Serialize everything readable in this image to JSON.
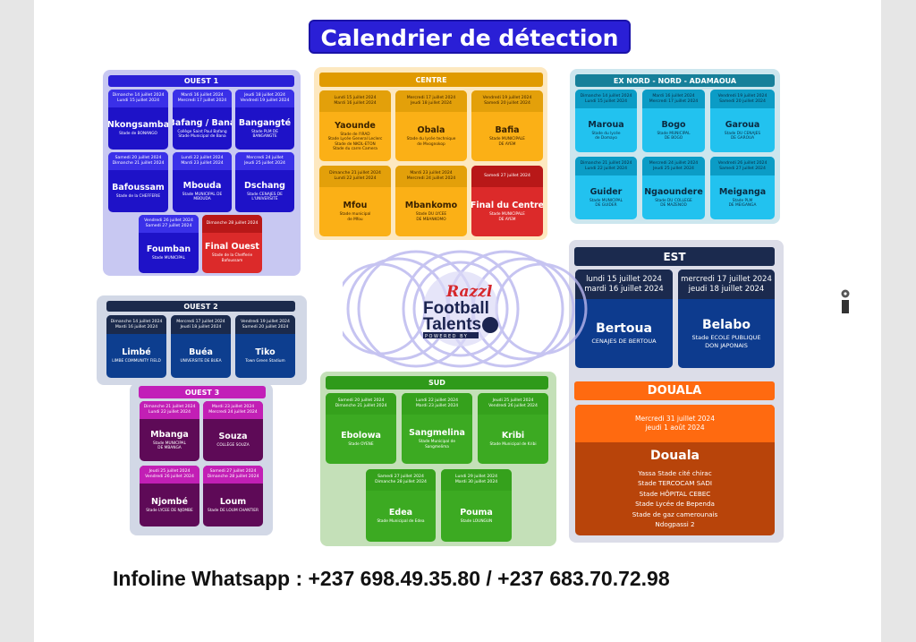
{
  "title": "Calendrier de détection",
  "infoline": "Infoline Whatsapp : +237 698.49.35.80 / +237 683.70.72.98",
  "logo": {
    "brand": "Razzl",
    "line1": "Football",
    "line2": "Talents",
    "tagline": "POWERED BY"
  },
  "regions": [
    {
      "id": "ouest1",
      "name": "OUEST 1",
      "colors": {
        "bg": "#c8c8f2",
        "header": "#2a1fd6",
        "top": "#3a30e8",
        "body": "#1e12c8",
        "text": "#fff"
      },
      "cards": [
        {
          "dates": [
            "Dimanche 14 juillet 2024",
            "Lundi 15 juillet 2024"
          ],
          "city": "Nkongsamba",
          "venue": [
            "Stade de BONANGO"
          ]
        },
        {
          "dates": [
            "Mardi 16 juillet 2024",
            "Mercredi 17 juillet 2024"
          ],
          "city": "Bafang / Bana",
          "venue": [
            "Collège Saint Paul Bafang",
            "Stade Municipal de Bana"
          ]
        },
        {
          "dates": [
            "Jeudi 18 juillet 2024",
            "Vendredi 19 juillet 2024"
          ],
          "city": "Bangangté",
          "venue": [
            "Stade PLM DE",
            "BANGANGTE"
          ]
        },
        {
          "dates": [
            "Samedi 20 juillet 2024",
            "Dimanche 21 juillet 2024"
          ],
          "city": "Bafoussam",
          "venue": [
            "Stade de la CHEFFERIE"
          ]
        },
        {
          "dates": [
            "Lundi 22 juillet 2024",
            "Mardi 23 juillet 2024"
          ],
          "city": "Mbouda",
          "venue": [
            "Stade MUNICIPAL DE",
            "MBOUDA"
          ]
        },
        {
          "dates": [
            "Mercredi 24 juillet",
            "Jeudi 25 juillet 2024"
          ],
          "city": "Dschang",
          "venue": [
            "Stade CENAJES DE",
            "L'UNIVERSITÉ"
          ]
        },
        {
          "dates": [
            "Vendredi 26 juillet 2024",
            "Samedi 27 juillet 2024"
          ],
          "city": "Foumban",
          "venue": [
            "Stade MUNICIPAL"
          ]
        },
        {
          "dates": [
            "Dimanche 28 juillet 2024"
          ],
          "city": "Final Ouest",
          "venue": [
            "Stade de la Chefferie",
            "Bafoussam"
          ],
          "final": true
        }
      ]
    },
    {
      "id": "centre",
      "name": "CENTRE",
      "colors": {
        "bg": "#fde8c0",
        "header": "#e09a00",
        "top": "#e3a00a",
        "body": "#fbb016",
        "text": "#3a2200"
      },
      "cards": [
        {
          "dates": [
            "Lundi 15 juillet 2024",
            "Mardi 16 juillet 2024"
          ],
          "city": "Yaounde",
          "venue": [
            "Stade de l'IRAD",
            "Stade Lycée General Leclerc",
            "Stade de NKOL-ETON",
            "Stade du carre Camera"
          ]
        },
        {
          "dates": [
            "Mercredi 17 juillet 2024",
            "Jeudi 18 juillet 2024"
          ],
          "city": "Obala",
          "venue": [
            "Stade du lycée technique",
            "de Mvognokop"
          ]
        },
        {
          "dates": [
            "Vendredi 19 juillet 2024",
            "Samedi 20 juillet 2024"
          ],
          "city": "Bafia",
          "venue": [
            "Stade MUNICIPALE",
            "DE AYEM"
          ]
        },
        {
          "dates": [
            "Dimanche 21 juillet 2024",
            "Lundi 22 juillet 2024"
          ],
          "city": "Mfou",
          "venue": [
            "Stade municipal",
            "de Mfou"
          ]
        },
        {
          "dates": [
            "Mardi 23 juillet 2024",
            "Mercredi 24 juillet 2024"
          ],
          "city": "Mbankomo",
          "venue": [
            "Stade DU LYCEE",
            "DE MBANKOMO"
          ]
        },
        {
          "dates": [
            "Samedi 27 juillet 2024"
          ],
          "city": "Final du Centre",
          "venue": [
            "Stade MUNICIPALE",
            "DE AYEM"
          ],
          "final": true
        }
      ]
    },
    {
      "id": "nord",
      "name": "EX NORD - NORD - ADAMAOUA",
      "colors": {
        "bg": "#cce6ee",
        "header": "#17809a",
        "top": "#0b9cc6",
        "body": "#22c2ef",
        "text": "#0b2a40"
      },
      "cards": [
        {
          "dates": [
            "Dimanche 14 juillet 2024",
            "Lundi 15 juillet 2024"
          ],
          "city": "Maroua",
          "venue": [
            "Stade du lycée",
            "de Domayo"
          ]
        },
        {
          "dates": [
            "Mardi 16 juillet 2024",
            "Mercredi 17 juillet 2024"
          ],
          "city": "Bogo",
          "venue": [
            "Stade MUNICIPAL",
            "DE BOGO"
          ]
        },
        {
          "dates": [
            "Vendredi 19 juillet 2024",
            "Samedi 20 juillet 2024"
          ],
          "city": "Garoua",
          "venue": [
            "Stade DU CENAJES",
            "DE GAROUA"
          ]
        },
        {
          "dates": [
            "Dimanche 21 juillet 2024",
            "Lundi 22 juillet 2024"
          ],
          "city": "Guider",
          "venue": [
            "Stade MUNICIPAL",
            "DE GUIDER"
          ]
        },
        {
          "dates": [
            "Mercredi 24 juillet 2024",
            "Jeudi 25 juillet 2024"
          ],
          "city": "Ngaoundere",
          "venue": [
            "Stade DU COLLEGE",
            "DE MAZENOD"
          ]
        },
        {
          "dates": [
            "Vendredi 26 juillet 2024",
            "Samedi 27 juillet 2024"
          ],
          "city": "Meiganga",
          "venue": [
            "Stade PLM",
            "DE MEIGANGA"
          ]
        }
      ]
    },
    {
      "id": "ouest2",
      "name": "OUEST 2",
      "colors": {
        "bg": "#d2d8e6",
        "header": "#1b2a4c",
        "top": "#1b2a4c",
        "body": "#0d3e8f",
        "text": "#fff"
      },
      "cards": [
        {
          "dates": [
            "Dimanche 14 juillet 2024",
            "Mardi 16 juillet 2024"
          ],
          "city": "Limbé",
          "venue": [
            "LIMBE COMMUNITY FIELD"
          ]
        },
        {
          "dates": [
            "Mercredi 17 juillet 2024",
            "Jeudi 18 juillet 2024"
          ],
          "city": "Buéa",
          "venue": [
            "UNIVERSITE DE BUEA"
          ]
        },
        {
          "dates": [
            "Vendredi 19 juillet 2024",
            "Samedi 20 juillet 2024"
          ],
          "city": "Tiko",
          "venue": [
            "Town Green Stadium"
          ]
        }
      ]
    },
    {
      "id": "ouest3",
      "name": "OUEST 3",
      "colors": {
        "bg": "transparent",
        "header": "#c21fb8",
        "top": "#c21fb5",
        "body": "#5e0a57",
        "text": "#fff"
      },
      "cards": [
        {
          "dates": [
            "Dimanche 21 juillet 2024",
            "Lundi 22 juillet 2024"
          ],
          "city": "Mbanga",
          "venue": [
            "Stade MUNICIPAL",
            "DE MBANGA"
          ]
        },
        {
          "dates": [
            "Mardi 23 juillet 2024",
            "Mercredi 24 juillet 2024"
          ],
          "city": "Souza",
          "venue": [
            "COLLÈGE SOUZA"
          ]
        },
        {
          "dates": [
            "Jeudi 25 juillet 2024",
            "Vendredi 26 juillet 2024"
          ],
          "city": "Njombé",
          "venue": [
            "Stade LYCEE DE NJOMBE"
          ]
        },
        {
          "dates": [
            "Samedi 27 juillet 2024",
            "Dimanche 28 juillet 2024"
          ],
          "city": "Loum",
          "venue": [
            "Stade DE LOUM CHANTIER"
          ]
        }
      ]
    },
    {
      "id": "sud",
      "name": "SUD",
      "colors": {
        "bg": "#c4e0b8",
        "header": "#2f9a1a",
        "top": "#35a11c",
        "body": "#3caa22",
        "text": "#fff"
      },
      "cards": [
        {
          "dates": [
            "Samedi 20 juillet 2024",
            "Dimanche 21 juillet 2024"
          ],
          "city": "Ebolowa",
          "venue": [
            "Stade OYENE"
          ]
        },
        {
          "dates": [
            "Lundi 22 juillet 2024",
            "Mardi 23 juillet 2024"
          ],
          "city": "Sangmelina",
          "venue": [
            "Stade Municipal de",
            "Sangmelima"
          ]
        },
        {
          "dates": [
            "Jeudi 25 juillet 2024",
            "Vendredi 26 juillet 2024"
          ],
          "city": "Kribi",
          "venue": [
            "Stade Municipal de Kribi"
          ]
        },
        {
          "dates": [
            "Samedi 27 juillet 2024",
            "Dimanche 28 juillet 2024"
          ],
          "city": "Edea",
          "venue": [
            "Stade Municipal de Edea"
          ]
        },
        {
          "dates": [
            "Lundi 29 juillet 2024",
            "Mardi 30 juillet 2024"
          ],
          "city": "Pouma",
          "venue": [
            "Stade LOUNGUN"
          ]
        }
      ]
    },
    {
      "id": "est",
      "name": "EST",
      "colors": {
        "bg": "#dcdde8",
        "header": "#1b2a4e",
        "top": "#1b2a4e",
        "body": "#0d3b8e",
        "text": "#fff"
      },
      "cards": [
        {
          "dates": [
            "lundi 15 juillet 2024",
            "mardi 16 juillet 2024"
          ],
          "city": "Bertoua",
          "venue": [
            "CENAJES DE BERTOUA"
          ]
        },
        {
          "dates": [
            "mercredi 17 juillet 2024",
            "jeudi 18 juillet 2024"
          ],
          "city": "Belabo",
          "venue": [
            "Stade ECOLE PUBLIQUE",
            "DON JAPONAIS"
          ]
        }
      ]
    },
    {
      "id": "douala",
      "name": "DOUALA",
      "colors": {
        "bg": "transparent",
        "header": "#ff6a10",
        "top": "#ff6a10",
        "body": "#b8440a",
        "text": "#fff"
      },
      "cards": [
        {
          "dates": [
            "Mercredi 31 juillet 2024",
            "jeudi 1 août 2024"
          ],
          "city": "Douala",
          "venue": [
            "Yassa Stade cité chirac",
            "Stade TERCOCAM SADI",
            "Stade HÔPITAL CEBEC",
            "Stade Lycée de Bependa",
            "Stade de gaz camerounais",
            "Ndogpassi 2"
          ]
        }
      ]
    }
  ],
  "final_colors": {
    "top": "#b81818",
    "body": "#dc2a2a"
  }
}
